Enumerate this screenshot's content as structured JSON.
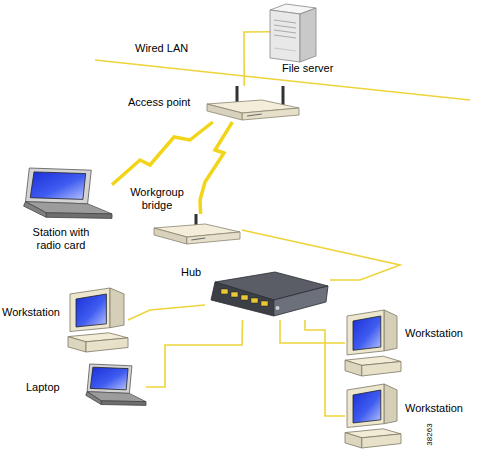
{
  "diagram": {
    "nodes": [
      {
        "text": [
          "File server"
        ]
      },
      {
        "text": [
          "Access point"
        ]
      },
      {
        "text": [
          "Station with radio card"
        ]
      },
      {
        "text": [
          "Workgroup bridge"
        ]
      },
      {
        "text": [
          "Hub"
        ]
      },
      {
        "text": [
          "Workstation"
        ]
      },
      {
        "text": [
          "Laptop"
        ]
      },
      {
        "text": [
          "Workstation"
        ]
      },
      {
        "text": [
          "Workstation"
        ]
      }
    ],
    "edges": [
      {
        "from": 1,
        "to": 0,
        "arrow": "none"
      },
      {
        "from": 1,
        "to": 2,
        "arrow": "none"
      },
      {
        "from": 1,
        "to": 3,
        "arrow": "none"
      },
      {
        "from": 3,
        "to": 4,
        "arrow": "none"
      },
      {
        "from": 4,
        "to": 5,
        "arrow": "none"
      },
      {
        "from": 4,
        "to": 6,
        "arrow": "none"
      },
      {
        "from": 4,
        "to": 7,
        "arrow": "none"
      },
      {
        "from": 4,
        "to": 8,
        "arrow": "none"
      }
    ],
    "labels": [
      "Wired LAN",
      "38263"
    ]
  }
}
